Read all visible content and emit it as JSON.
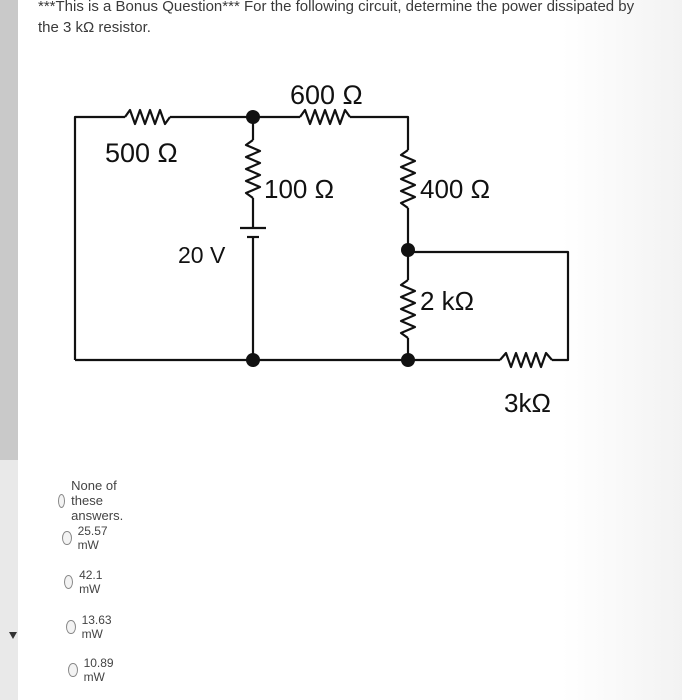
{
  "question": {
    "bonus_prefix": "***This is a Bonus Question***",
    "text": " For the following circuit, determine the power dissipated by the 3 kΩ resistor."
  },
  "circuit": {
    "r500": "500 Ω",
    "r600": "600 Ω",
    "r100": "100 Ω",
    "r400": "400 Ω",
    "r2k": "2 kΩ",
    "r3k": "3kΩ",
    "source": "20 V"
  },
  "options": [
    {
      "label": "None of these answers."
    },
    {
      "label": "25.57 mW"
    },
    {
      "label": "42.1 mW"
    },
    {
      "label": "13.63 mW"
    },
    {
      "label": "10.89 mW"
    }
  ]
}
